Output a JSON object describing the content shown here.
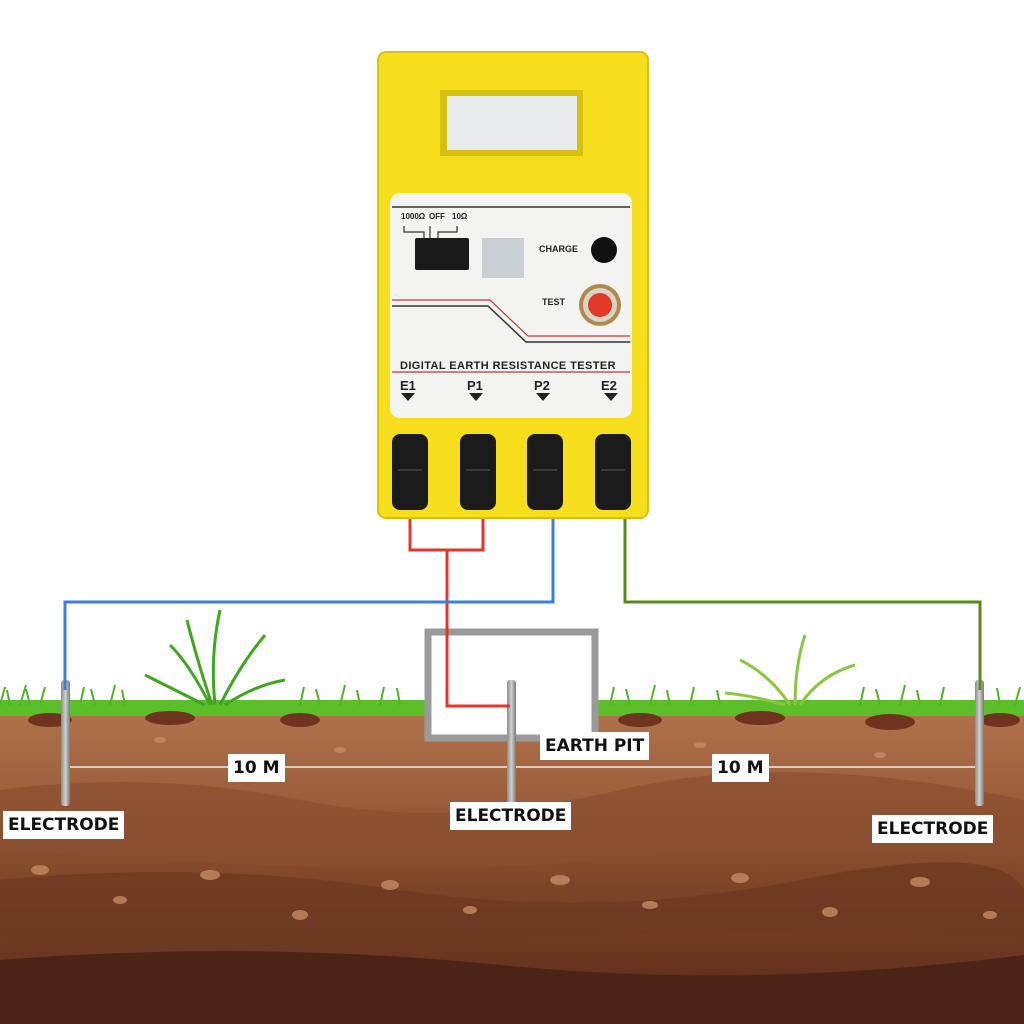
{
  "device": {
    "title": "DIGITAL EARTH RESISTANCE TESTER",
    "range_labels": [
      "1000Ω",
      "OFF",
      "10Ω"
    ],
    "charge_label": "CHARGE",
    "test_label": "TEST",
    "terminals": [
      "E1",
      "P1",
      "P2",
      "E2"
    ]
  },
  "labels": {
    "earth_pit": "EARTH PIT",
    "electrode_left": "ELECTRODE",
    "electrode_center": "ELECTRODE",
    "electrode_right": "ELECTRODE",
    "distance_left": "10 M",
    "distance_right": "10 M"
  },
  "colors": {
    "body": "#f7de1c",
    "wire_red": "#e4352c",
    "wire_blue": "#3b7fd8",
    "wire_green": "#5a8a1e",
    "grass": "#5cbf2a",
    "soil_top": "#a86a45",
    "soil_deep": "#5a2e1e"
  }
}
